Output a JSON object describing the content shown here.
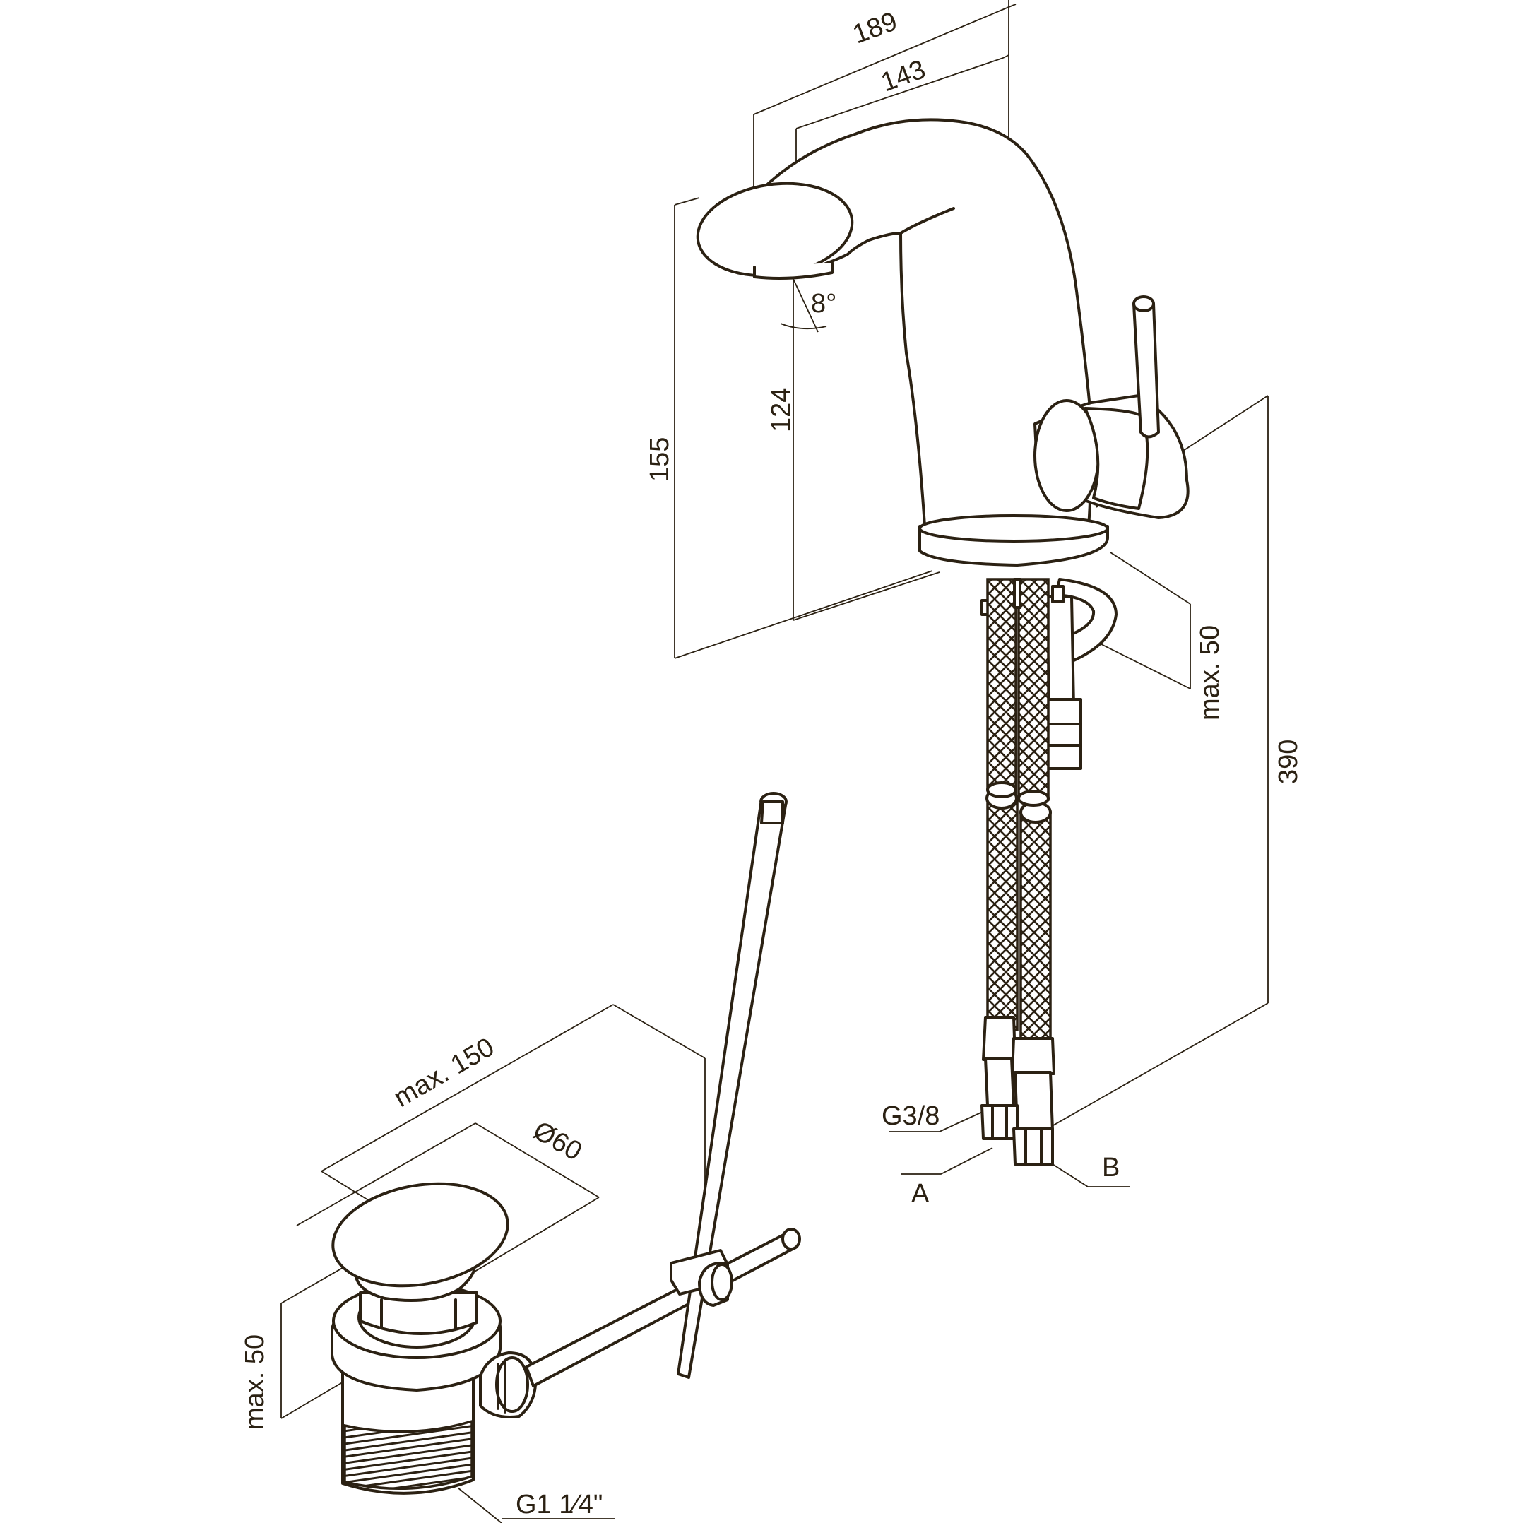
{
  "drawing": {
    "colors": {
      "ink": "#2b2113",
      "paper": "#ffffff"
    },
    "dimensions": {
      "width_overall": "189",
      "width_spout": "143",
      "spout_angle": "8°",
      "height_overall": "155",
      "height_outlet": "124",
      "deck_thickness_mixer": "max. 50",
      "hose_length": "390",
      "connection_thread": "G3/8",
      "hose_a": "A",
      "hose_b": "B",
      "waste_rod_length": "max. 150",
      "waste_diameter": "Ø60",
      "deck_thickness_waste": "max. 50",
      "waste_thread": "G1 1⁄4\""
    }
  }
}
